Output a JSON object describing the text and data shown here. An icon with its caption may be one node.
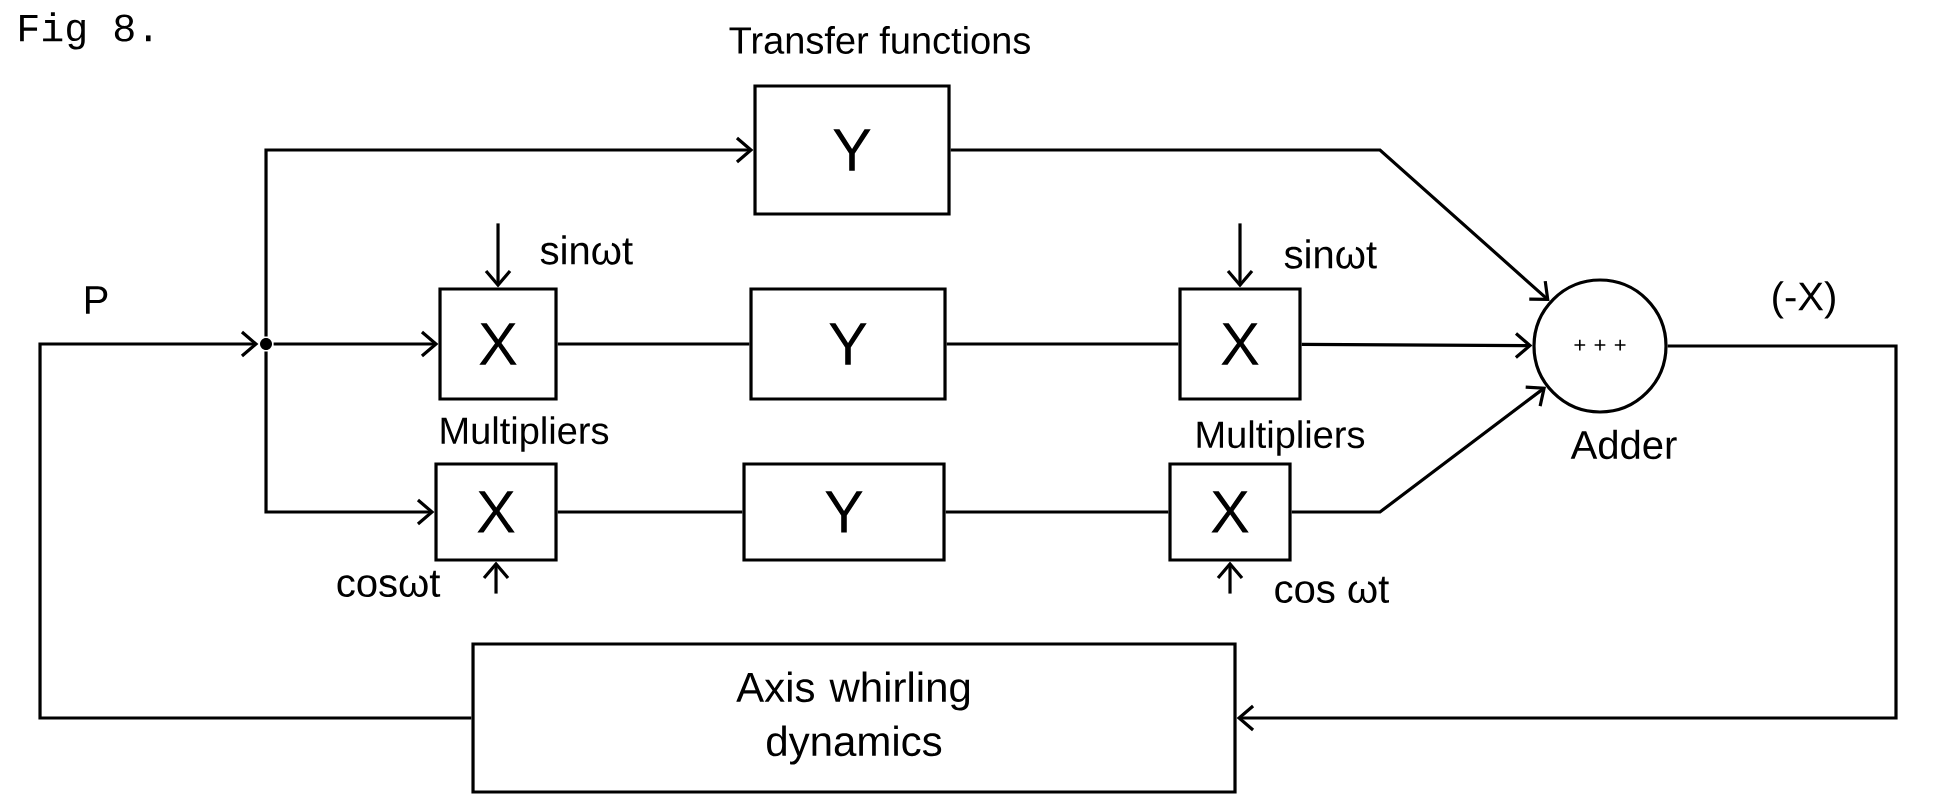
{
  "diagram": {
    "title": "Fig 8.",
    "nodes": [
      {
        "text": [
          "Y"
        ]
      },
      {
        "text": [
          "X"
        ]
      },
      {
        "text": [
          "Y"
        ]
      },
      {
        "text": [
          "X"
        ]
      },
      {
        "text": [
          "X"
        ]
      },
      {
        "text": [
          "Y"
        ]
      },
      {
        "text": [
          "X"
        ]
      },
      {
        "text": [
          "+ + +"
        ],
        "beside": [
          "Adder"
        ]
      },
      {
        "text": [
          "Axis whirling dynamics"
        ]
      },
      {
        "text": [],
        "shape": "circle"
      }
    ],
    "edges": [
      {
        "from": 9,
        "to": 0,
        "arrow": "to"
      },
      {
        "from": 9,
        "to": 1,
        "arrow": "to"
      },
      {
        "from": 9,
        "to": 4,
        "arrow": "to"
      },
      {
        "from": 1,
        "to": 2,
        "arrow": "none"
      },
      {
        "from": 2,
        "to": 3,
        "arrow": "none"
      },
      {
        "from": 4,
        "to": 5,
        "arrow": "none"
      },
      {
        "from": 5,
        "to": 6,
        "arrow": "none"
      },
      {
        "from": 0,
        "to": 7,
        "arrow": "to"
      },
      {
        "from": 3,
        "to": 7,
        "arrow": "to"
      },
      {
        "from": 6,
        "to": 7,
        "arrow": "to"
      },
      {
        "from": 7,
        "to": 8,
        "arrow": "to",
        "label": "(-X)"
      },
      {
        "from": 8,
        "to": 9,
        "arrow": "to",
        "label": "P"
      },
      {
        "from": null,
        "to": 1,
        "arrow": "to",
        "label": "sinωt"
      },
      {
        "from": null,
        "to": 4,
        "arrow": "to",
        "label": "cosωt"
      },
      {
        "from": null,
        "to": 3,
        "arrow": "to",
        "label": "sinωt"
      },
      {
        "from": null,
        "to": 6,
        "arrow": "to",
        "label": "cos ωt"
      }
    ],
    "labels": [
      "Transfer functions",
      "Multipliers",
      "Multipliers"
    ]
  }
}
